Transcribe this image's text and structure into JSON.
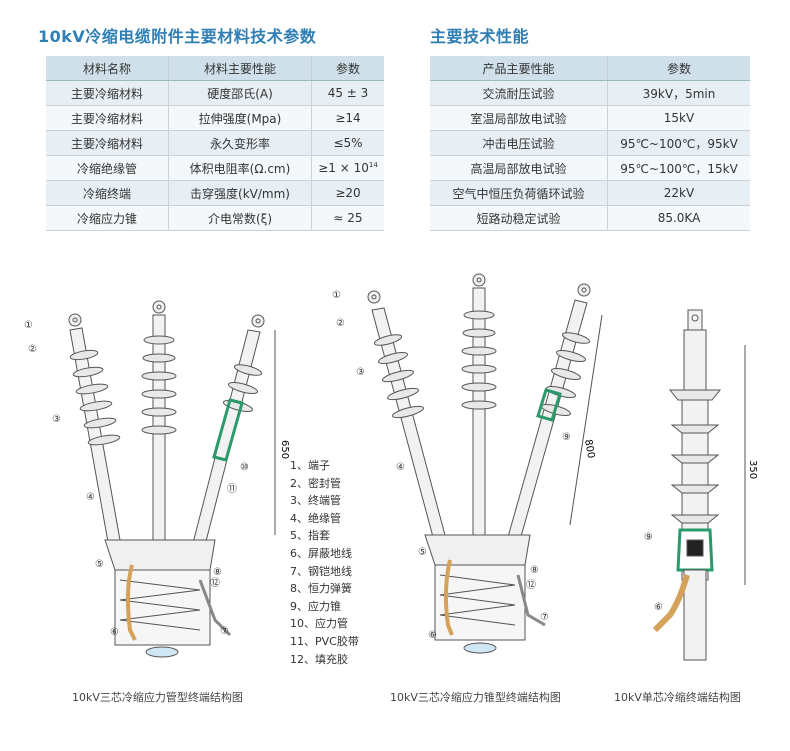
{
  "left_table": {
    "title": "10kV冷缩电缆附件主要材料技术参数",
    "headers": [
      "材料名称",
      "材料主要性能",
      "参数"
    ],
    "rows": [
      [
        "主要冷缩材料",
        "硬度邵氏(A)",
        "45 ± 3"
      ],
      [
        "主要冷缩材料",
        "拉伸强度(Mpa)",
        "≥14"
      ],
      [
        "主要冷缩材料",
        "永久变形率",
        "≤5%"
      ],
      [
        "冷缩绝缘管",
        "体积电阻率(Ω.cm)",
        "≥1 × 10"
      ],
      [
        "冷缩终端",
        "击穿强度(kV/mm)",
        "≥20"
      ],
      [
        "冷缩应力锥",
        "介电常数(ξ)",
        "≈ 25"
      ]
    ],
    "exponent": "14"
  },
  "right_table": {
    "title": "主要技术性能",
    "headers": [
      "产品主要性能",
      "参数"
    ],
    "rows": [
      [
        "交流耐压试验",
        "39kV，5min"
      ],
      [
        "室温局部放电试验",
        "15kV"
      ],
      [
        "冲击电压试验",
        "95℃~100℃，95kV"
      ],
      [
        "高温局部放电试验",
        "95℃~100℃，15kV"
      ],
      [
        "空气中恒压负荷循环试验",
        "22kV"
      ],
      [
        "短路动稳定试验",
        "85.0KA"
      ]
    ]
  },
  "legend": [
    "1、端子",
    "2、密封管",
    "3、终端管",
    "4、绝缘管",
    "5、指套",
    "6、屏蔽地线",
    "7、钢铠地线",
    "8、恒力弹簧",
    "9、应力锥",
    "10、应力管",
    "11、PVC胶带",
    "12、填充胶"
  ],
  "diagrams": {
    "d1": {
      "caption": "10kV三芯冷缩应力管型终端结构图",
      "dimension": "650",
      "markers": [
        "①",
        "②",
        "③",
        "④",
        "⑤",
        "⑥",
        "⑦",
        "⑧",
        "⑩",
        "⑪",
        "⑫"
      ]
    },
    "d2": {
      "caption": "10kV三芯冷缩应力锥型终端结构图",
      "dimension": "800",
      "markers": [
        "①",
        "②",
        "③",
        "④",
        "⑤",
        "⑥",
        "⑦",
        "⑧",
        "⑨",
        "⑫"
      ]
    },
    "d3": {
      "caption": "10kV单芯冷缩终端结构图",
      "dimension": "350",
      "markers": [
        "⑨",
        "⑥"
      ]
    }
  },
  "colors": {
    "title": "#2f7fb5",
    "header_bg": "#cfe0ea",
    "copper": "#d4a25a",
    "stress": "#2a9a6a"
  }
}
